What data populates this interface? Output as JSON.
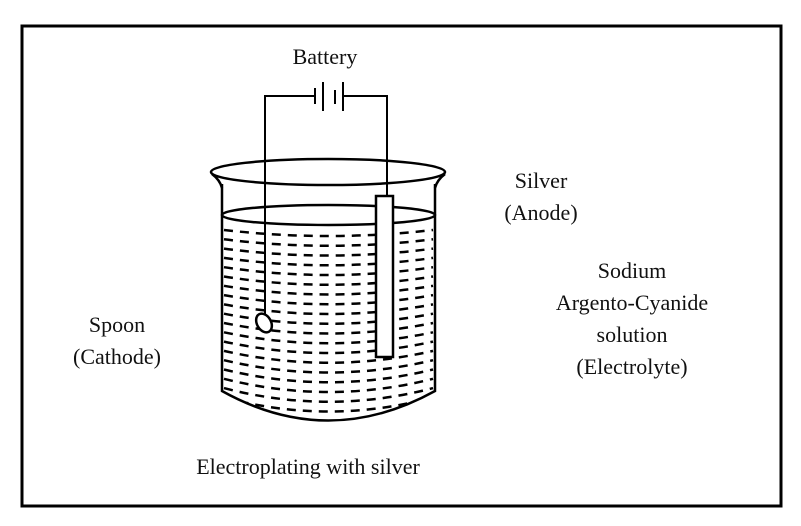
{
  "diagram": {
    "title": "Electroplating with silver",
    "labels": {
      "battery": "Battery",
      "anode_line1": "Silver",
      "anode_line2": "(Anode)",
      "electrolyte_line1": "Sodium",
      "electrolyte_line2": "Argento-Cyanide",
      "electrolyte_line3": "solution",
      "electrolyte_line4": "(Electrolyte)",
      "cathode_line1": "Spoon",
      "cathode_line2": "(Cathode)"
    },
    "colors": {
      "stroke": "#000000",
      "background": "#ffffff",
      "text": "#111111"
    }
  }
}
